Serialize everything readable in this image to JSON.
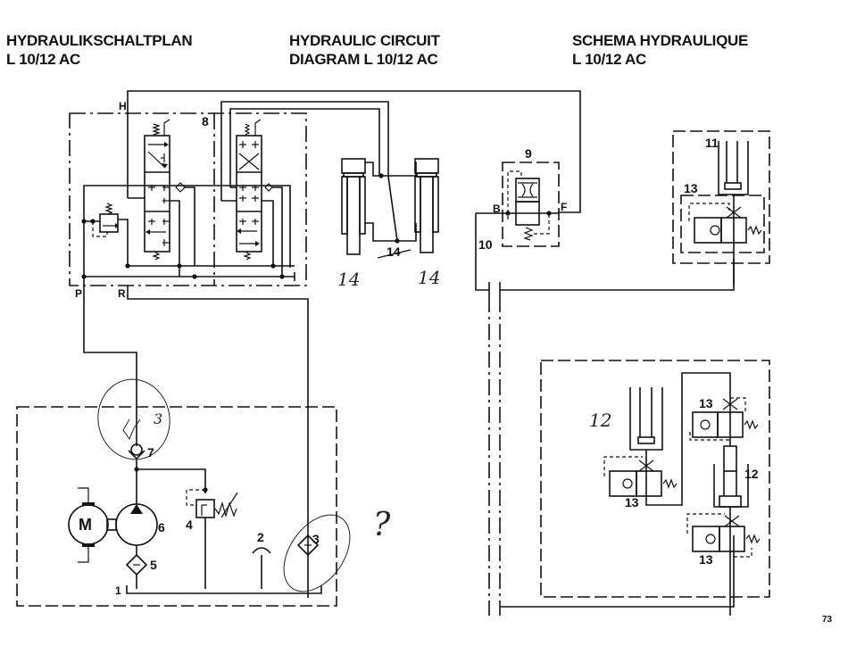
{
  "titles": {
    "german": {
      "line1": "HYDRAULIKSCHALTPLAN",
      "line2": "L 10/12 AC"
    },
    "english": {
      "line1": "HYDRAULIC CIRCUIT",
      "line2": "DIAGRAM L 10/12 AC"
    },
    "french": {
      "line1": "SCHEMA HYDRAULIQUE",
      "line2": "L 10/12 AC"
    }
  },
  "page_number": "73",
  "port_labels": {
    "H": "H",
    "P": "P",
    "R": "R",
    "B": "B",
    "F": "F"
  },
  "component_labels": {
    "c1": "1",
    "c2": "2",
    "c3": "3",
    "c4": "4",
    "c5": "5",
    "c6": "6",
    "c7": "7",
    "c8": "8",
    "c9": "9",
    "c10": "10",
    "c11": "11",
    "c12a": "12",
    "c13a": "13",
    "c13b": "13",
    "c13c": "13",
    "c13d": "13",
    "c14": "14",
    "motor": "M"
  },
  "handwritten_annotations": {
    "left_cylinder": "14",
    "right_cylinder": "14",
    "cylinder_12": "12",
    "circled_filter": "3",
    "question_mark": "?"
  }
}
